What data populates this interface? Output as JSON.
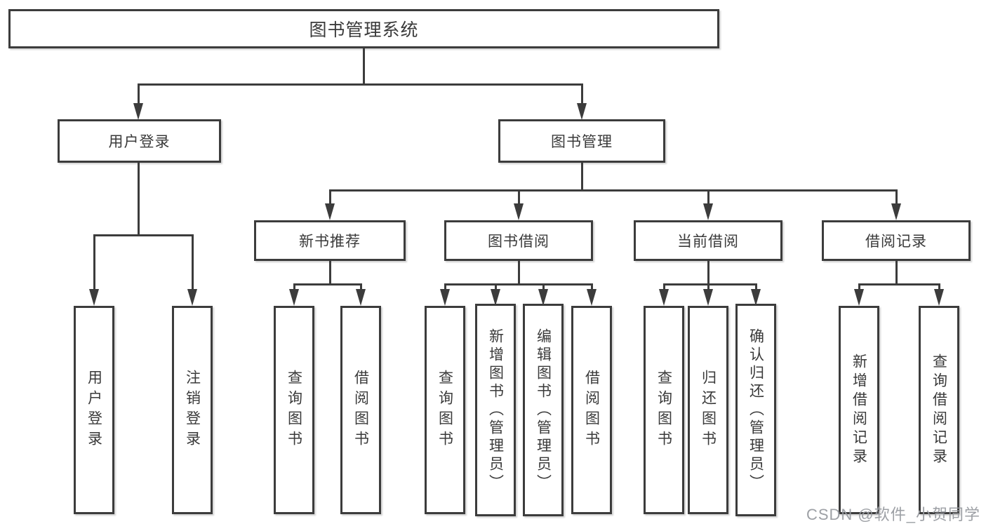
{
  "root": {
    "label": "图书管理系统",
    "children": [
      {
        "label": "用户登录",
        "children": [
          {
            "label": "用户登录"
          },
          {
            "label": "注销登录"
          }
        ]
      },
      {
        "label": "图书管理",
        "children": [
          {
            "label": "新书推荐",
            "children": [
              {
                "label": "查询图书"
              },
              {
                "label": "借阅图书"
              }
            ]
          },
          {
            "label": "图书借阅",
            "children": [
              {
                "label": "查询图书"
              },
              {
                "label": "新增图书（管理员）"
              },
              {
                "label": "编辑图书（管理员）"
              },
              {
                "label": "借阅图书"
              }
            ]
          },
          {
            "label": "当前借阅",
            "children": [
              {
                "label": "查询图书"
              },
              {
                "label": "归还图书"
              },
              {
                "label": "确认归还（管理员）"
              }
            ]
          },
          {
            "label": "借阅记录",
            "children": [
              {
                "label": "新增借阅记录"
              },
              {
                "label": "查询借阅记录"
              }
            ]
          }
        ]
      }
    ]
  },
  "watermark": "CSDN @软件_小贺同学"
}
